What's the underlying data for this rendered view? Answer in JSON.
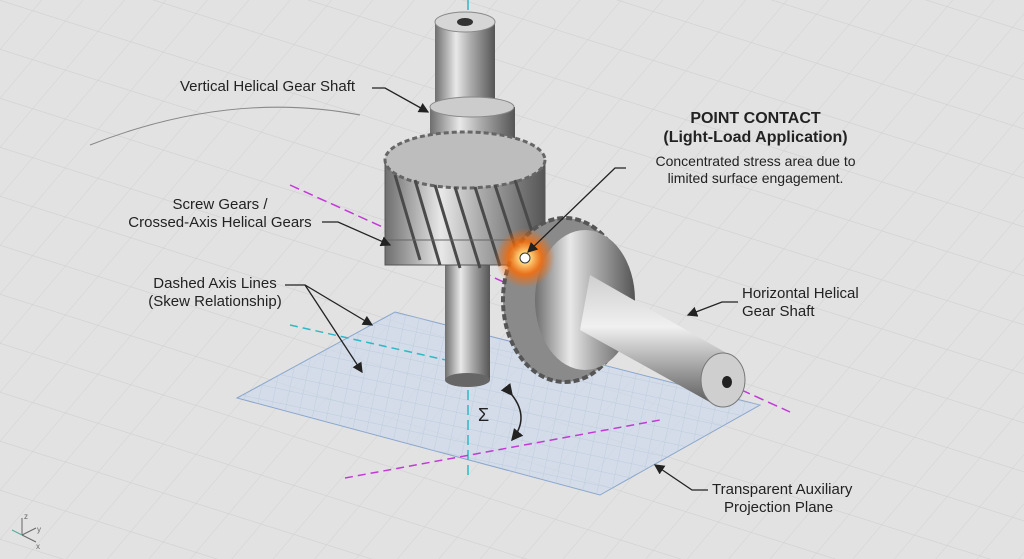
{
  "labels": {
    "vertical_shaft": "Vertical Helical Gear Shaft",
    "point_contact_title": "POINT CONTACT",
    "point_contact_subtitle": "(Light-Load Application)",
    "point_contact_desc_1": "Concentrated stress area due to",
    "point_contact_desc_2": "limited surface engagement.",
    "screw_gears_1": "Screw Gears /",
    "screw_gears_2": "Crossed-Axis Helical Gears",
    "dashed_axis_1": "Dashed Axis Lines",
    "dashed_axis_2": "(Skew Relationship)",
    "horizontal_shaft_1": "Horizontal Helical",
    "horizontal_shaft_2": "Gear Shaft",
    "plane_1": "Transparent Auxiliary",
    "plane_2": "Projection Plane",
    "angle_symbol": "Σ"
  },
  "axis_triad": {
    "z": "z",
    "y": "y",
    "x": "x"
  },
  "colors": {
    "cyan_axis": "#2fb8c8",
    "magenta_axis": "#c23ad6",
    "contact_glow": "#ff6a00"
  }
}
